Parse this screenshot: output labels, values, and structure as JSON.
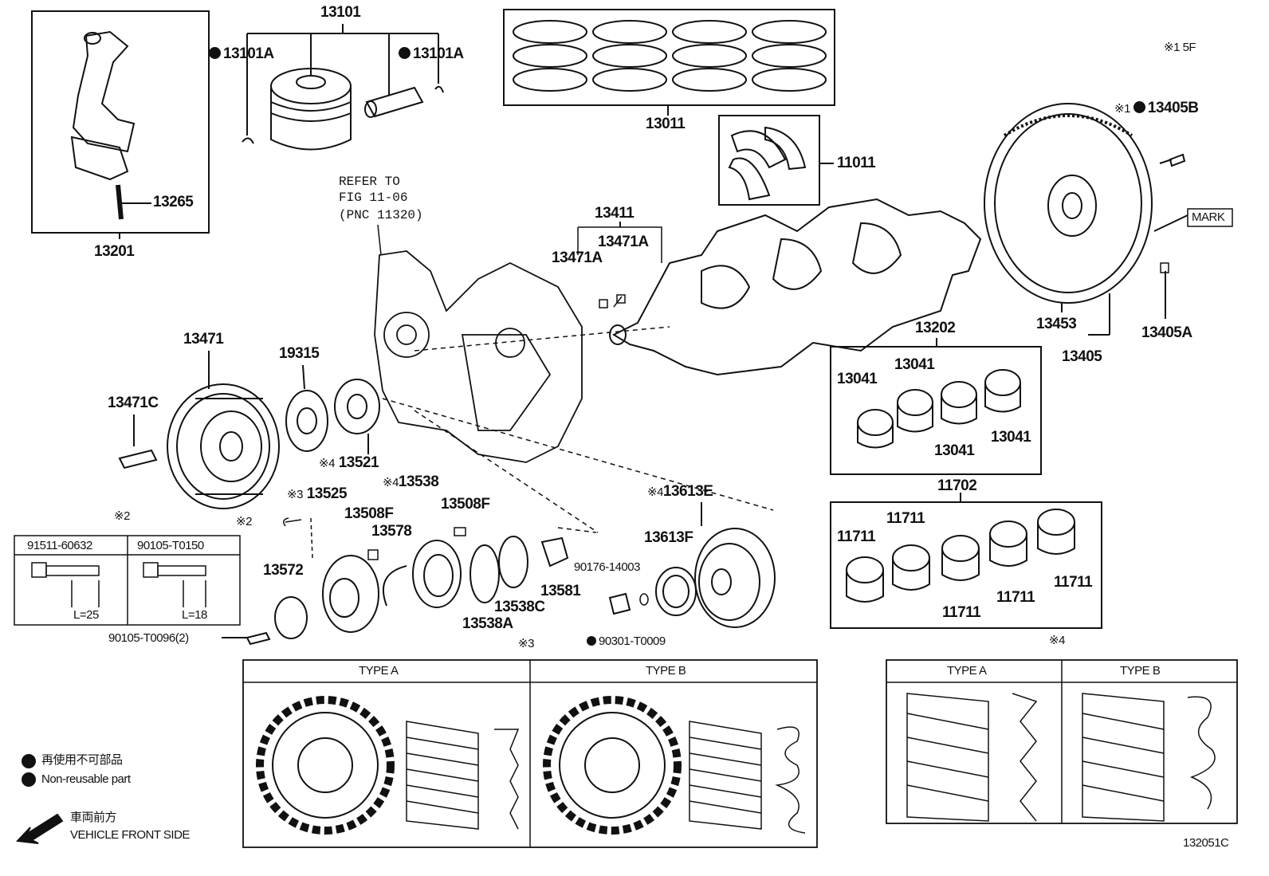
{
  "labels": {
    "p13101": "13101",
    "p13101A_l": "13101A",
    "p13101A_r": "13101A",
    "p13011": "13011",
    "note_1_5F": "※1 5F",
    "p11011": "11011",
    "p13405B": "13405B",
    "p13405B_mark": "※1",
    "mark": "MARK",
    "p13265": "13265",
    "p13201": "13201",
    "refer_to_1": "REFER TO",
    "refer_to_2": "FIG 11-06",
    "refer_to_3": "(PNC 11320)",
    "p13411": "13411",
    "p13471A_a": "13471A",
    "p13471A_b": "13471A",
    "p13453": "13453",
    "p13405": "13405",
    "p13405A": "13405A",
    "p13202": "13202",
    "p13041_a": "13041",
    "p13041_b": "13041",
    "p13041_c": "13041",
    "p13041_d": "13041",
    "p13471": "13471",
    "p19315": "19315",
    "p13471C": "13471C",
    "p13521_mark": "※4",
    "p13521": "13521",
    "p11702": "11702",
    "p11711_a": "11711",
    "p11711_b": "11711",
    "p11711_c": "11711",
    "p11711_d": "11711",
    "p11711_e": "11711",
    "note2": "※2",
    "tbl_h1": "91511-60632",
    "tbl_h2": "90105-T0150",
    "tbl_l1": "L=25",
    "tbl_l2": "L=18",
    "p13525_mark": "※3",
    "p13525": "13525",
    "p13538_mark": "※4",
    "p13538": "13538",
    "p13508F_a": "13508F",
    "p13508F_b": "13508F",
    "p13578": "13578",
    "p13572": "13572",
    "bolt_mark": "※2",
    "p13613E_mark": "※4",
    "p13613E": "13613E",
    "p13613F": "13613F",
    "p90176": "90176-14003",
    "p13581": "13581",
    "p13538C": "13538C",
    "p13538A": "13538A",
    "p90105": "90105-T0096(2)",
    "p90301": "90301-T0009",
    "note3": "※3",
    "note4": "※4",
    "typeA_1": "TYPE A",
    "typeB_1": "TYPE B",
    "typeA_2": "TYPE A",
    "typeB_2": "TYPE B",
    "legend_jp": "再使用不可部品",
    "legend_en": "Non-reusable part",
    "front_jp": "車両前方",
    "front_en": "VEHICLE FRONT SIDE",
    "figure_id": "132051C"
  }
}
